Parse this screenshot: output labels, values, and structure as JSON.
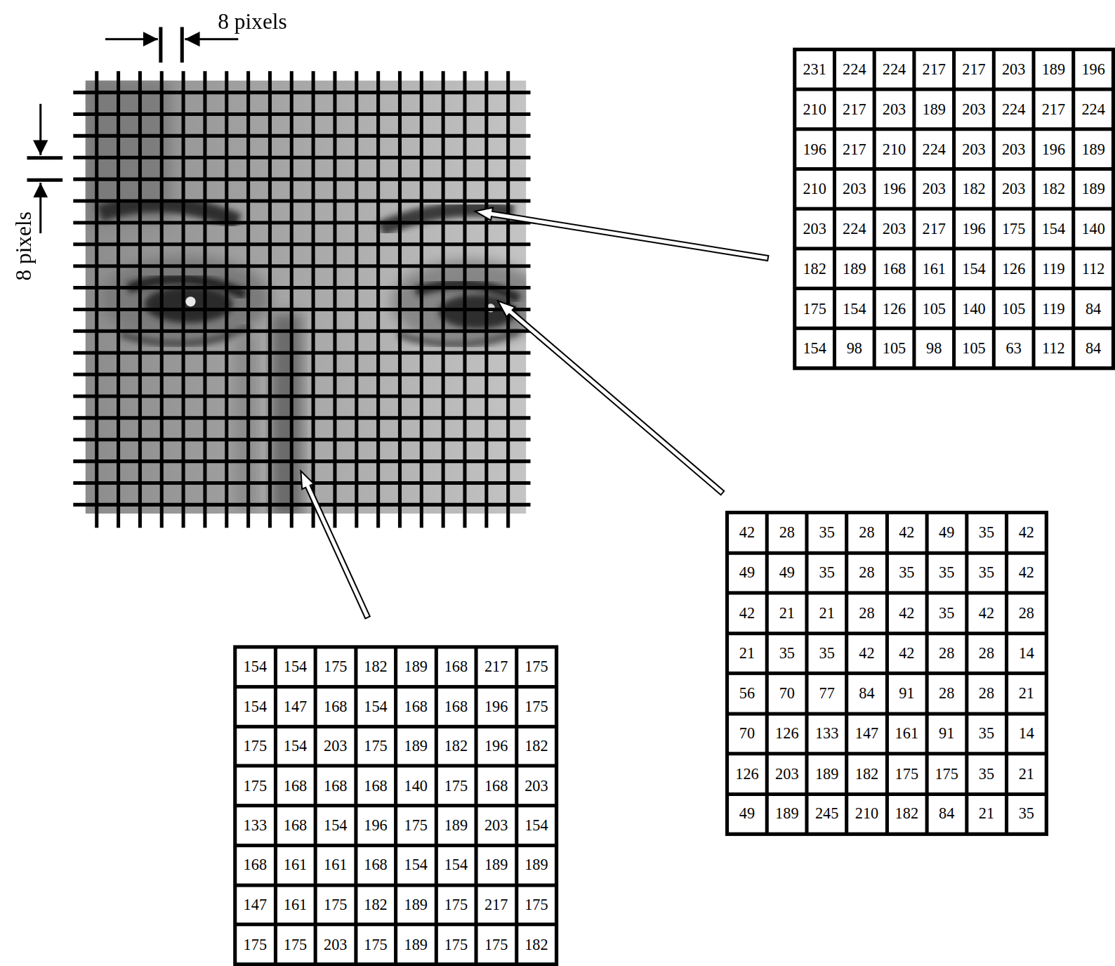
{
  "diagram": {
    "labels": [
      "8 pixels",
      "8 pixels",
      "231",
      "224",
      "224",
      "217",
      "217",
      "203",
      "189",
      "196",
      "210",
      "217",
      "203",
      "189",
      "203",
      "224",
      "217",
      "224",
      "196",
      "217",
      "210",
      "224",
      "203",
      "203",
      "196",
      "189",
      "210",
      "203",
      "196",
      "203",
      "182",
      "203",
      "182",
      "189",
      "203",
      "224",
      "203",
      "217",
      "196",
      "175",
      "154",
      "140",
      "182",
      "189",
      "168",
      "161",
      "154",
      "126",
      "119",
      "112",
      "175",
      "154",
      "126",
      "105",
      "140",
      "105",
      "119",
      "84",
      "154",
      "98",
      "105",
      "98",
      "105",
      "63",
      "112",
      "84",
      "42",
      "28",
      "35",
      "28",
      "42",
      "49",
      "35",
      "42",
      "49",
      "49",
      "35",
      "28",
      "35",
      "35",
      "35",
      "42",
      "42",
      "21",
      "21",
      "28",
      "42",
      "35",
      "42",
      "28",
      "21",
      "35",
      "35",
      "42",
      "42",
      "28",
      "28",
      "14",
      "56",
      "70",
      "77",
      "84",
      "91",
      "28",
      "28",
      "21",
      "70",
      "126",
      "133",
      "147",
      "161",
      "91",
      "35",
      "14",
      "126",
      "203",
      "189",
      "182",
      "175",
      "175",
      "35",
      "21",
      "49",
      "189",
      "245",
      "210",
      "182",
      "84",
      "21",
      "35",
      "154",
      "154",
      "175",
      "182",
      "189",
      "168",
      "217",
      "175",
      "154",
      "147",
      "168",
      "154",
      "168",
      "168",
      "196",
      "175",
      "175",
      "154",
      "203",
      "175",
      "189",
      "182",
      "196",
      "182",
      "175",
      "168",
      "168",
      "168",
      "140",
      "175",
      "168",
      "203",
      "133",
      "168",
      "154",
      "196",
      "175",
      "189",
      "203",
      "154",
      "168",
      "161",
      "161",
      "168",
      "154",
      "154",
      "189",
      "189",
      "147",
      "161",
      "175",
      "182",
      "189",
      "175",
      "217",
      "175",
      "175",
      "175",
      "203",
      "175",
      "189",
      "175",
      "175",
      "182"
    ]
  }
}
